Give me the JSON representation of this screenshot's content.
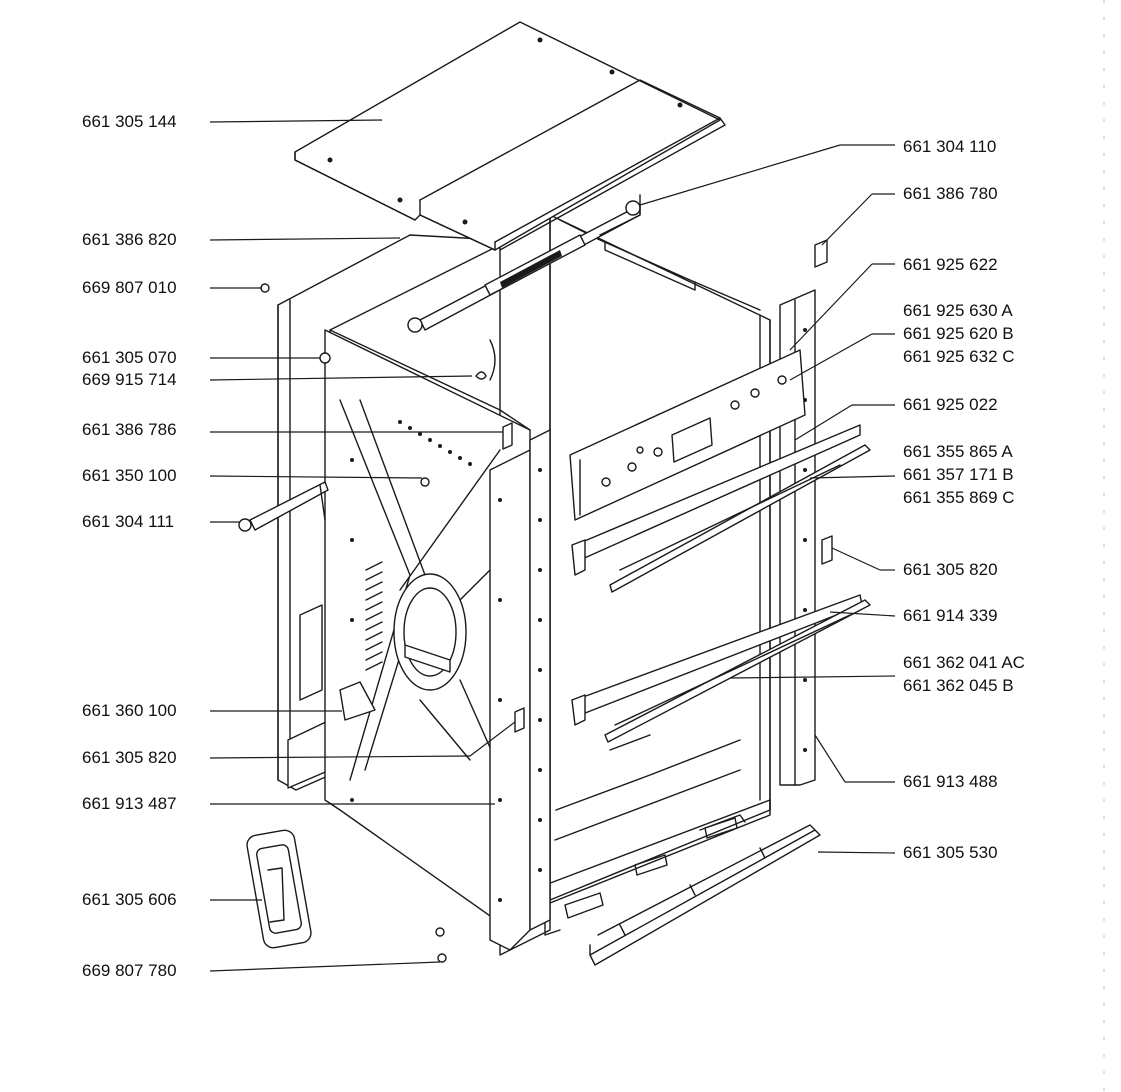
{
  "labels_left": [
    {
      "id": "l1",
      "text": "661 305 144"
    },
    {
      "id": "l2",
      "text": "661 386 820"
    },
    {
      "id": "l3",
      "text": "669 807 010"
    },
    {
      "id": "l4",
      "text": "661 305 070"
    },
    {
      "id": "l5",
      "text": "669 915 714"
    },
    {
      "id": "l6",
      "text": "661 386 786"
    },
    {
      "id": "l7",
      "text": "661 350 100"
    },
    {
      "id": "l8",
      "text": "661 304 111"
    },
    {
      "id": "l9",
      "text": "661 360 100"
    },
    {
      "id": "l10",
      "text": "661 305 820"
    },
    {
      "id": "l11",
      "text": "661 913 487"
    },
    {
      "id": "l12",
      "text": "661 305 606"
    },
    {
      "id": "l13",
      "text": "669 807 780"
    }
  ],
  "labels_right": [
    {
      "id": "r1",
      "text": "661 304 110"
    },
    {
      "id": "r2",
      "text": "661 386 780"
    },
    {
      "id": "r3",
      "text": "661 925 622"
    },
    {
      "id": "r4",
      "text": "661 925 630 A"
    },
    {
      "id": "r5",
      "text": "661 925 620 B"
    },
    {
      "id": "r6",
      "text": "661 925 632 C"
    },
    {
      "id": "r7",
      "text": "661 925 022"
    },
    {
      "id": "r8",
      "text": "661 355 865 A"
    },
    {
      "id": "r9",
      "text": "661 357 171 B"
    },
    {
      "id": "r10",
      "text": "661 355 869 C"
    },
    {
      "id": "r11",
      "text": "661 305 820"
    },
    {
      "id": "r12",
      "text": "661 914 339"
    },
    {
      "id": "r13",
      "text": "661 362 041 AC"
    },
    {
      "id": "r14",
      "text": "661 362 045 B"
    },
    {
      "id": "r15",
      "text": "661 913 488"
    },
    {
      "id": "r16",
      "text": "661 305 530"
    }
  ]
}
